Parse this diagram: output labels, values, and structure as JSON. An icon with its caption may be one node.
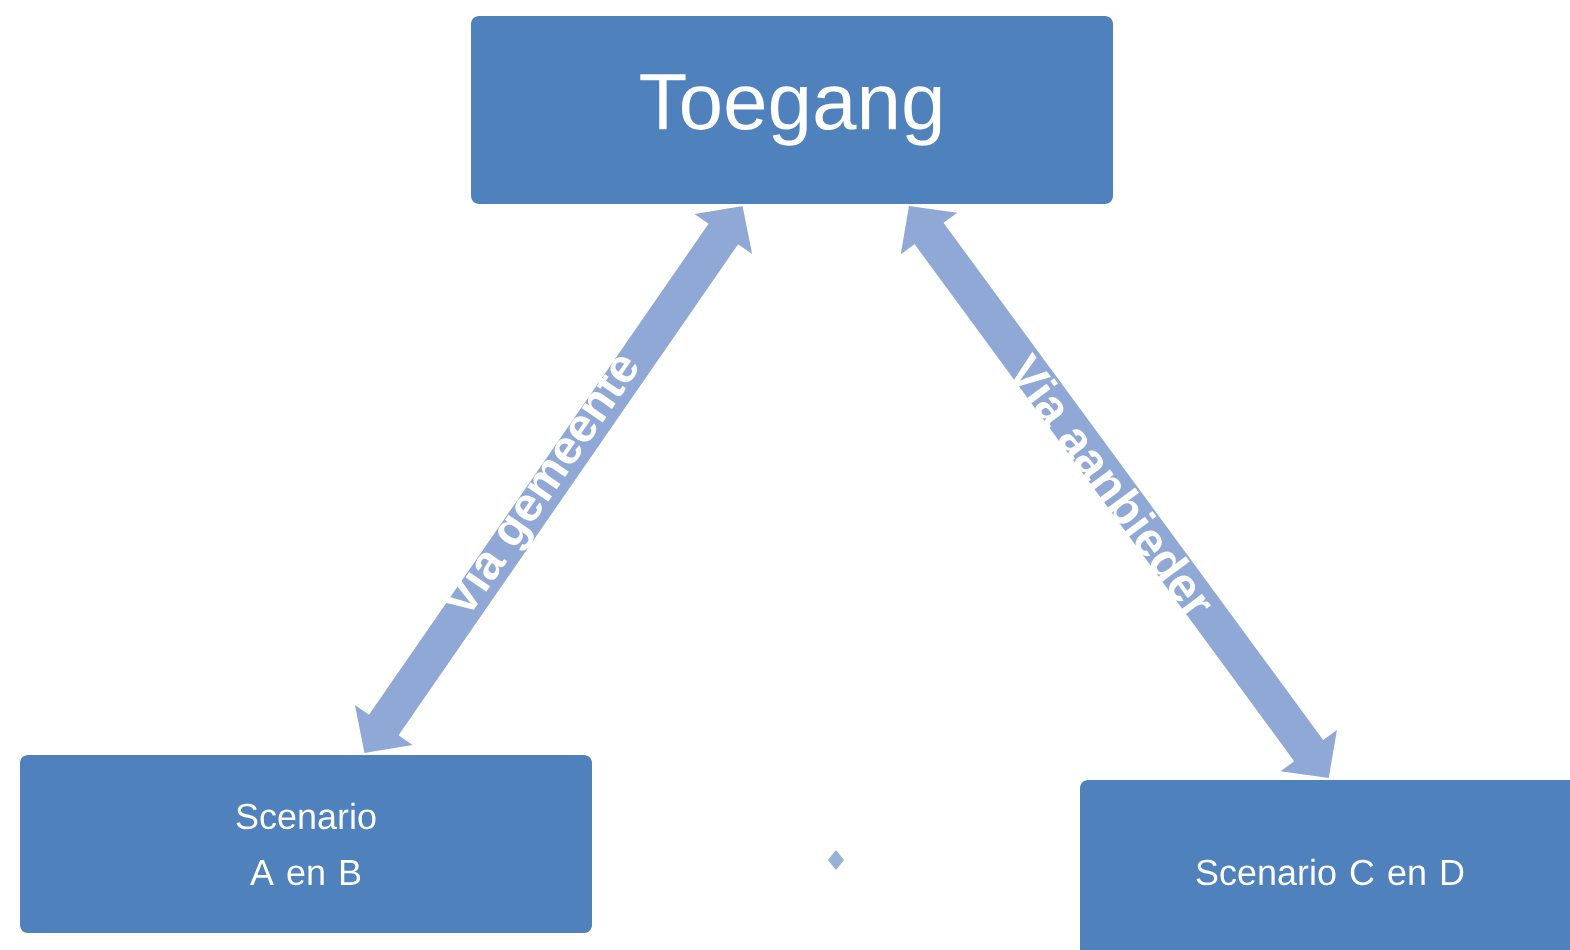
{
  "diagram": {
    "nodes": [
      {
        "text": [
          "Toegang"
        ]
      },
      {
        "text": [
          "Scenario A en B"
        ]
      },
      {
        "text": [
          "Scenario C en D"
        ]
      }
    ],
    "edges": [
      {
        "from": 0,
        "to": 1,
        "arrow": "both",
        "label": "Via gemeente"
      },
      {
        "from": 0,
        "to": 2,
        "arrow": "both",
        "label": "Via aanbieder"
      }
    ]
  }
}
